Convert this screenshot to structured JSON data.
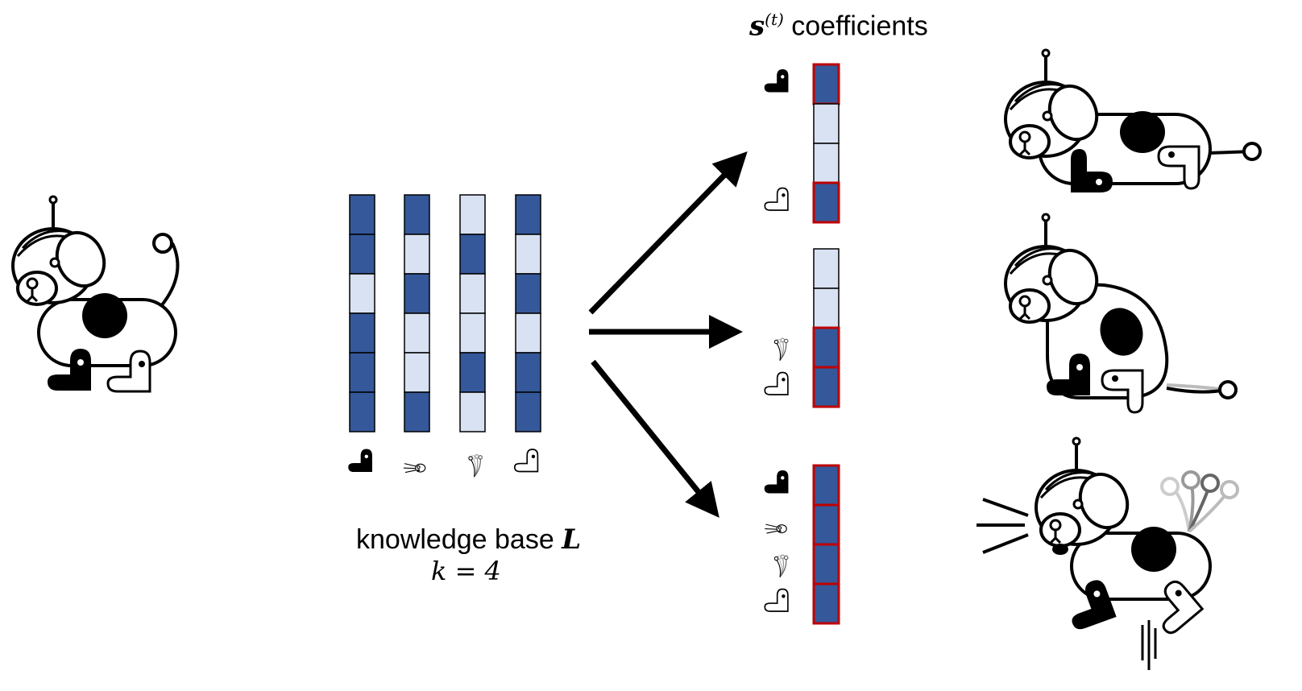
{
  "colors": {
    "active_cell": "#35589A",
    "inactive_cell": "#D9E2F3",
    "selected_border": "#C00000",
    "ink": "#000000"
  },
  "coefficients_header": {
    "symbol": "s",
    "superscript": "(t)",
    "text": "coefficients"
  },
  "knowledge_base": {
    "label": "knowledge base",
    "symbol": "L",
    "k_expression": "k = 4",
    "column_icons": [
      "dark-foot-icon",
      "bark-sound-icon",
      "wagging-tail-icon",
      "light-foot-icon"
    ],
    "columns": [
      [
        1,
        1,
        0,
        1,
        1,
        1
      ],
      [
        1,
        0,
        1,
        0,
        0,
        1
      ],
      [
        0,
        1,
        0,
        0,
        1,
        0
      ],
      [
        1,
        0,
        1,
        0,
        1,
        1
      ]
    ]
  },
  "tasks": [
    {
      "name": "crawl-task",
      "coefficients": [
        1,
        0,
        0,
        1
      ],
      "component_icons": [
        "dark-foot-icon",
        "light-foot-icon"
      ]
    },
    {
      "name": "sit-task",
      "coefficients": [
        0,
        0,
        1,
        1
      ],
      "component_icons": [
        "wagging-tail-icon",
        "light-foot-icon"
      ]
    },
    {
      "name": "bark-jump-task",
      "coefficients": [
        1,
        1,
        1,
        1
      ],
      "component_icons": [
        "dark-foot-icon",
        "bark-sound-icon",
        "wagging-tail-icon",
        "light-foot-icon"
      ]
    }
  ]
}
